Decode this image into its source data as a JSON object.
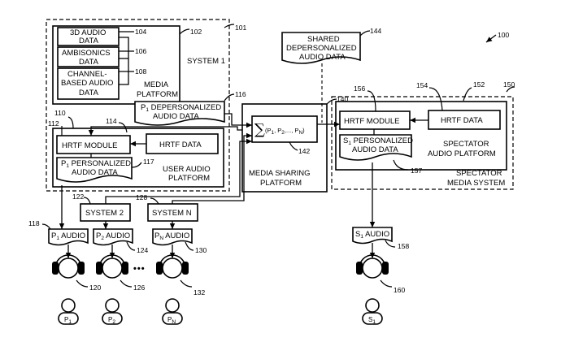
{
  "figure_ref": "100",
  "system1": {
    "label": "SYSTEM 1",
    "ref": "101",
    "media_platform": {
      "label_line1": "MEDIA",
      "label_line2": "PLATFORM",
      "ref": "102",
      "data_3d": {
        "line1": "3D AUDIO",
        "line2": "DATA",
        "ref": "104"
      },
      "ambisonics": {
        "line1": "AMBISONICS",
        "line2": "DATA",
        "ref": "106"
      },
      "channel": {
        "line1": "CHANNEL-",
        "line2": "BASED AUDIO",
        "line3": "DATA",
        "ref": "108"
      }
    },
    "p1_depersonalized": {
      "line1_prefix": "P",
      "line1_sub": "1",
      "line1_rest": " DEPERSONALIZED",
      "line2": "AUDIO DATA",
      "ref": "116"
    },
    "user_audio_platform": {
      "label_line1": "USER AUDIO",
      "label_line2": "PLATFORM",
      "ref": "110",
      "hrtf_module": {
        "label": "HRTF MODULE",
        "ref": "112"
      },
      "hrtf_data": {
        "label": "HRTF DATA",
        "ref": "114"
      },
      "p1_personalized": {
        "line1_prefix": "P",
        "line1_sub": "1",
        "line1_rest": " PERSONALIZED",
        "line2": "AUDIO DATA",
        "ref": "117"
      }
    }
  },
  "shared_data": {
    "line1": "SHARED",
    "line2": "DEPERSONALIZED",
    "line3": "AUDIO DATA",
    "ref": "144"
  },
  "media_sharing": {
    "label_line1": "MEDIA SHARING",
    "label_line2": "PLATFORM",
    "ref": "140",
    "sum": {
      "open": "(P",
      "s1": "1",
      "c1": ", P",
      "s2": "2",
      "c2": ",..., P",
      "sn": "N",
      "close": ")",
      "ref": "142"
    }
  },
  "spectator": {
    "media_system_line1": "SPECTATOR",
    "media_system_line2": "MEDIA SYSTEM",
    "ref": "150",
    "audio_platform_line1": "SPECTATOR",
    "audio_platform_line2": "AUDIO PLATFORM",
    "audio_platform_ref": "152",
    "hrtf_module": {
      "label": "HRTF MODULE",
      "ref": "156"
    },
    "hrtf_data": {
      "label": "HRTF DATA",
      "ref": "154"
    },
    "s1_personalized": {
      "line1_prefix": "S",
      "line1_sub": "1",
      "line1_rest": " PERSONALIZED",
      "line2": "AUDIO DATA",
      "ref": "157"
    }
  },
  "system2": {
    "label": "SYSTEM 2",
    "ref": "122"
  },
  "systemN": {
    "label": "SYSTEM N",
    "ref": "128"
  },
  "audio_outputs": [
    {
      "prefix": "P",
      "sub": "1",
      "rest": " AUDIO",
      "ref": "118"
    },
    {
      "prefix": "P",
      "sub": "2",
      "rest": " AUDIO",
      "ref": "124"
    },
    {
      "prefix": "P",
      "sub": "N",
      "rest": " AUDIO",
      "ref": "130"
    },
    {
      "prefix": "S",
      "sub": "1",
      "rest": " AUDIO",
      "ref": "158"
    }
  ],
  "headphone_refs": [
    "120",
    "126",
    "132",
    "160"
  ],
  "ellipsis": "•••",
  "persons": [
    {
      "prefix": "P",
      "sub": "1"
    },
    {
      "prefix": "P",
      "sub": "2"
    },
    {
      "prefix": "P",
      "sub": "N"
    },
    {
      "prefix": "S",
      "sub": "1"
    }
  ]
}
